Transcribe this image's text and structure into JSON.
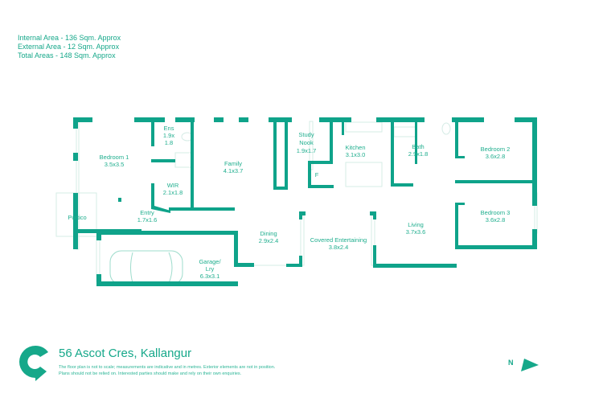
{
  "areas": {
    "internal": "Internal Area - 136 Sqm. Approx",
    "external": "External Area - 12 Sqm. Approx",
    "total": "Total Areas - 148 Sqm. Approx"
  },
  "rooms": {
    "bedroom1": {
      "name": "Bedroom 1",
      "size": "3.5x3.5"
    },
    "ensuite": {
      "name": "Ens",
      "size_line1": "1.9x",
      "size_line2": "1.8"
    },
    "wir": {
      "name": "WIR",
      "size": "2.1x1.8"
    },
    "family": {
      "name": "Family",
      "size": "4.1x3.7"
    },
    "study": {
      "name_line1": "Study",
      "name_line2": "Nook",
      "size": "1.9x1.7"
    },
    "fridge": {
      "name": "F"
    },
    "kitchen": {
      "name": "Kitchen",
      "size": "3.1x3.0"
    },
    "bath": {
      "name": "Bath",
      "size": "2.9x1.8"
    },
    "bedroom2": {
      "name": "Bedroom 2",
      "size": "3.6x2.8"
    },
    "bedroom3": {
      "name": "Bedroom 3",
      "size": "3.6x2.8"
    },
    "portico": {
      "name": "Portico"
    },
    "entry": {
      "name": "Entry",
      "size": "1.7x1.6"
    },
    "dining": {
      "name": "Dining",
      "size": "2.9x2.4"
    },
    "covered": {
      "name": "Covered Entertaining",
      "size": "3.8x2.4"
    },
    "living": {
      "name": "Living",
      "size": "3.7x3.6"
    },
    "garage": {
      "name_line1": "Garage/",
      "name_line2": "Lry",
      "size": "6.3x3.1"
    }
  },
  "footer": {
    "address": "56 Ascot Cres, Kallangur",
    "disclaimer_line1": "The floor plan is not to scale; measurements are indicative and in metres. Exterior elements are not in position.",
    "disclaimer_line2": "Plans should not be relied on. Interested parties should make and rely on their own enquiries."
  },
  "compass": {
    "label": "N",
    "icon": "north-arrow-icon"
  },
  "colors": {
    "wall": "#0fa38a",
    "text": "#1fae8e",
    "fixture": "#cfe9e2"
  }
}
